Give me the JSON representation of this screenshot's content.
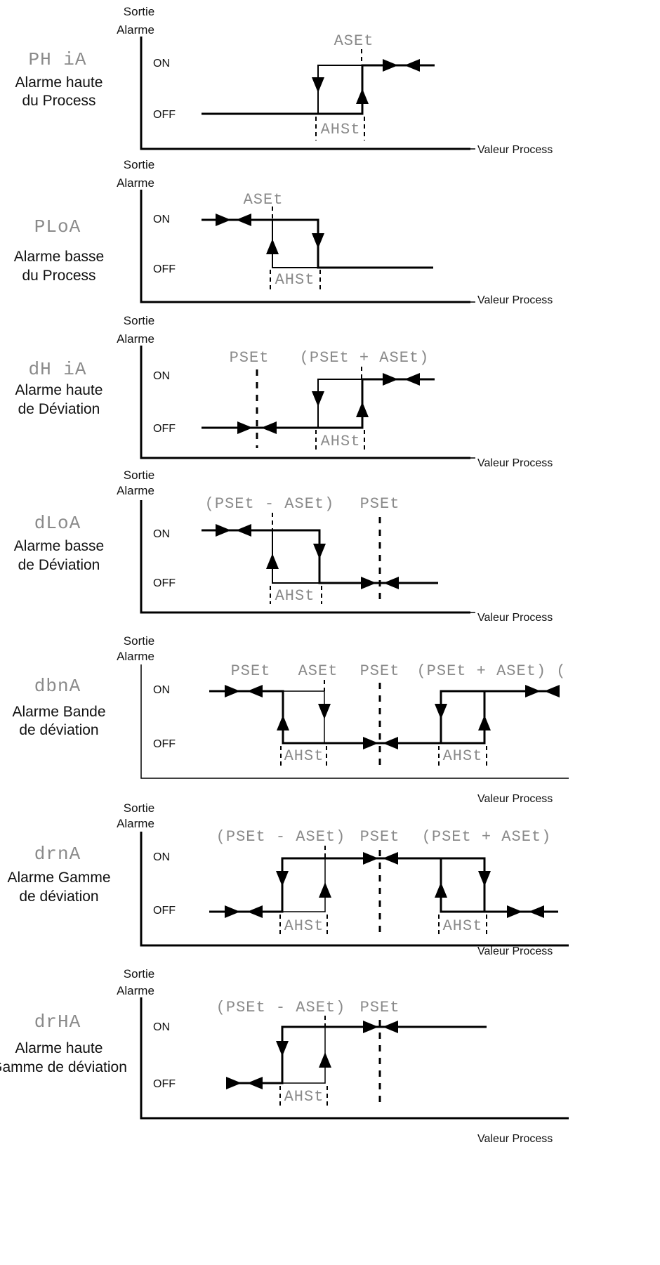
{
  "axis": {
    "y_label_1": "Sortie",
    "y_label_2": "Alarme",
    "x_label": "Valeur Process",
    "on": "ON",
    "off": "OFF"
  },
  "panels": [
    {
      "code": "PH iA",
      "line1": "Alarme haute",
      "line2": "du Process",
      "ann": [
        "ASEt",
        "AHSt"
      ]
    },
    {
      "code": "PLoA",
      "line1": "Alarme basse",
      "line2": "du Process",
      "ann": [
        "ASEt",
        "AHSt"
      ]
    },
    {
      "code": "dH iA",
      "line1": "Alarme haute",
      "line2": "de Déviation",
      "ann": [
        "PSEt",
        "(PSEt + ASEt)",
        "AHSt"
      ]
    },
    {
      "code": "dLoA",
      "line1": "Alarme basse",
      "line2": "de Déviation",
      "ann": [
        "(PSEt - ASEt)",
        "PSEt",
        "AHSt"
      ]
    },
    {
      "code": "dbnA",
      "line1": "Alarme Bande",
      "line2": "de déviation",
      "ann": [
        "PSEt",
        "ASEt",
        "PSEt",
        "(PSEt + ASEt) (",
        "AHSt",
        "AHSt"
      ]
    },
    {
      "code": "drnA",
      "line1": "Alarme Gamme",
      "line2": "de déviation",
      "ann": [
        "(PSEt - ASEt)",
        "PSEt",
        "(PSEt + ASEt)",
        "AHSt",
        "AHSt"
      ]
    },
    {
      "code": "drHA",
      "line1": "Alarme haute",
      "line2": "Gamme de déviation",
      "ann": [
        "(PSEt - ASEt)",
        "PSEt",
        "AHSt"
      ]
    }
  ]
}
